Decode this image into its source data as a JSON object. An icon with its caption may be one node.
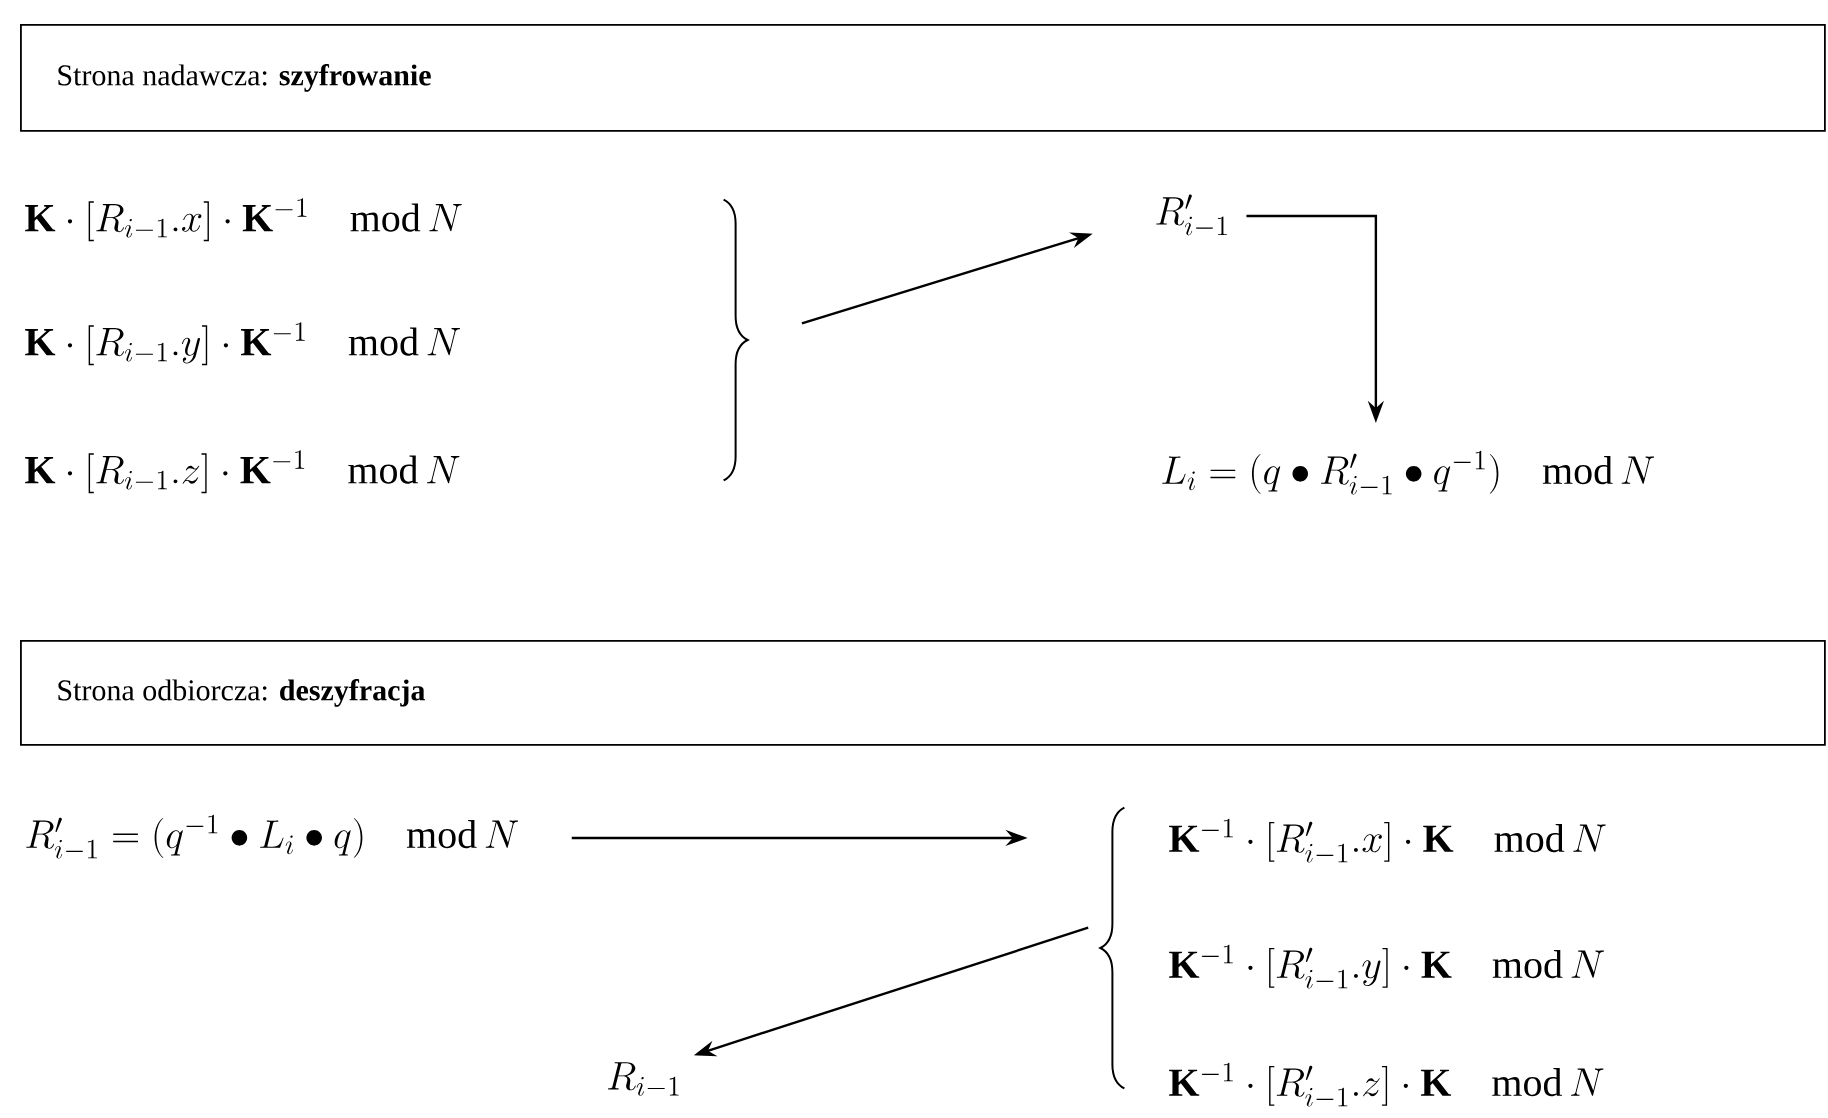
{
  "diagram": {
    "nodes": [
      {
        "text": [
          "Strona nadawcza:  **szyfrowanie**"
        ]
      },
      {
        "text": [
          "\\mathbf{K}\\cdot[R_{i-1}.x]\\cdot\\mathbf{K}^{-1}\\quad \\mathrm{mod}\\,N"
        ]
      },
      {
        "text": [
          "\\mathbf{K}\\cdot[R_{i-1}.y]\\cdot\\mathbf{K}^{-1}\\quad \\mathrm{mod}\\,N"
        ]
      },
      {
        "text": [
          "\\mathbf{K}\\cdot[R_{i-1}.z]\\cdot\\mathbf{K}^{-1}\\quad \\mathrm{mod}\\,N"
        ]
      },
      {
        "text": [],
        "shape": "brace"
      },
      {
        "text": [
          "R^{\\prime}_{i-1}"
        ]
      },
      {
        "text": [
          "L_i=(q\\bullet R^{\\prime}_{i-1}\\bullet q^{-1})\\quad \\mathrm{mod}\\,N"
        ]
      },
      {
        "text": [
          "Strona odbiorcza:  **deszyfracja**"
        ]
      },
      {
        "text": [
          "R^{\\prime}_{i-1}=(q^{-1}\\bullet L_i\\bullet q)\\quad \\mathrm{mod}\\,N"
        ]
      },
      {
        "text": [],
        "shape": "brace"
      },
      {
        "text": [
          "\\mathbf{K}^{-1}\\cdot[R^{\\prime}_{i-1}.x]\\cdot\\mathbf{K}\\quad \\mathrm{mod}\\,N"
        ]
      },
      {
        "text": [
          "\\mathbf{K}^{-1}\\cdot[R^{\\prime}_{i-1}.y]\\cdot\\mathbf{K}\\quad \\mathrm{mod}\\,N"
        ]
      },
      {
        "text": [
          "\\mathbf{K}^{-1}\\cdot[R^{\\prime}_{i-1}.z]\\cdot\\mathbf{K}\\quad \\mathrm{mod}\\,N"
        ]
      },
      {
        "text": [
          "R_{i-1}"
        ]
      }
    ],
    "edges": [
      {
        "from": 4,
        "to": 5,
        "arrow": "to"
      },
      {
        "from": 5,
        "to": 6,
        "arrow": "to"
      },
      {
        "from": 8,
        "to": 9,
        "arrow": "to"
      },
      {
        "from": 9,
        "to": 13,
        "arrow": "to"
      }
    ]
  }
}
